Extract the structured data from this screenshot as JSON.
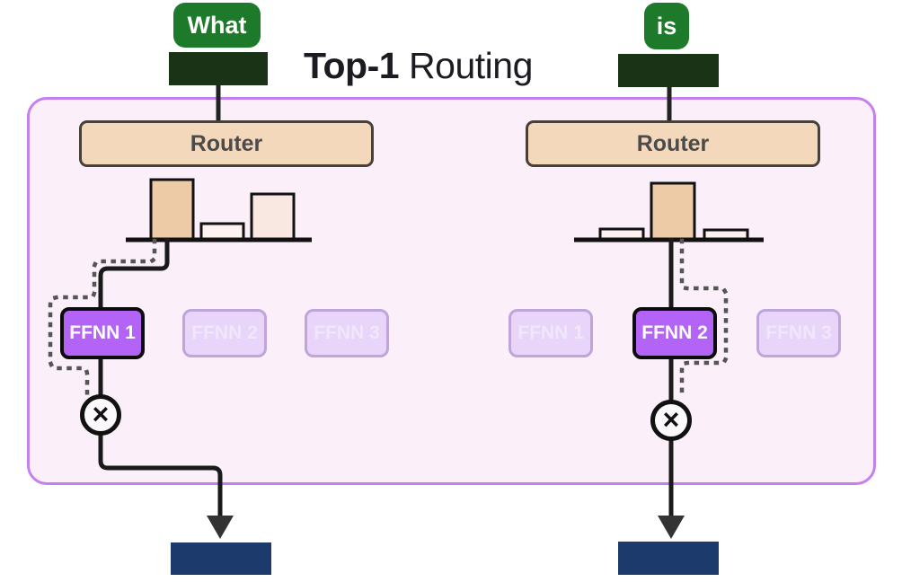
{
  "title": {
    "highlight": "Top-1",
    "rest": "Routing"
  },
  "tokens": [
    {
      "label": "What",
      "color": "#1e7a2b",
      "embedding": {
        "frame": "#1a3317",
        "cells": [
          "#6fa377",
          "#d3e3d1",
          "#8db491"
        ]
      }
    },
    {
      "label": "is",
      "color": "#1e7a2b",
      "embedding": {
        "frame": "#1a3317",
        "cells": [
          "#5f9c6b",
          "#d5e5d3",
          "#8fb591"
        ]
      }
    }
  ],
  "panels": [
    {
      "router_label": "Router",
      "distribution": {
        "values": [
          0.96,
          0.25,
          0.72
        ],
        "bar_fills": [
          "#edcba6",
          "#fdf2f0",
          "#f8e8e1"
        ],
        "selected_expert": "FFNN 1"
      },
      "experts": [
        {
          "label": "FFNN 1",
          "active": true
        },
        {
          "label": "FFNN 2",
          "active": false
        },
        {
          "label": "FFNN 3",
          "active": false
        }
      ],
      "multiply_symbol": "×",
      "output_embedding": {
        "frame": "#1c3a6b",
        "cells": [
          "#cfdaea",
          "#9fafc9",
          "#41608e"
        ]
      }
    },
    {
      "router_label": "Router",
      "distribution": {
        "values": [
          0.16,
          0.9,
          0.14
        ],
        "bar_fills": [
          "#fdf2f0",
          "#edcba6",
          "#fdf2f0"
        ],
        "selected_expert": "FFNN 2"
      },
      "experts": [
        {
          "label": "FFNN 1",
          "active": false
        },
        {
          "label": "FFNN 2",
          "active": true
        },
        {
          "label": "FFNN 3",
          "active": false
        }
      ],
      "multiply_symbol": "×",
      "output_embedding": {
        "frame": "#1c3a6b",
        "cells": [
          "#41608e",
          "#d3dce8",
          "#41608e"
        ]
      }
    }
  ],
  "colors": {
    "container_fill": "#fbf0fa",
    "container_border": "#c580f0",
    "token_green": "#1e7a2b",
    "router_fill": "#f3d8bc",
    "expert_active_purple": "#b364f6",
    "expert_inactive_lavender": "#e8d5f9",
    "selected_bar_tan": "#edcba6",
    "solid_line": "#1a1a1a",
    "dotted_line": "#555555"
  }
}
